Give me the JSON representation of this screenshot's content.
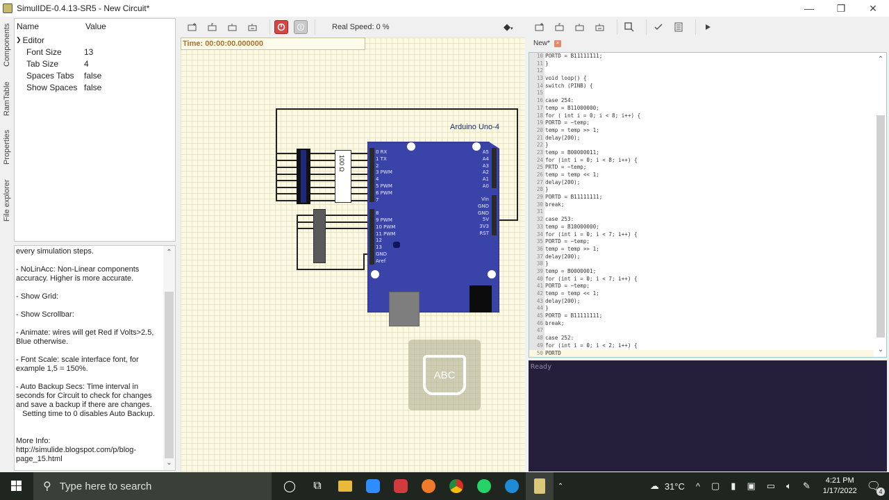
{
  "window": {
    "title": "SimulIDE-0.4.13-SR5  -  New Circuit*",
    "controls": {
      "minimize": "—",
      "maximize": "❐",
      "close": "✕"
    }
  },
  "dock_tabs": [
    "Components",
    "RamTable",
    "Properties",
    "File explorer"
  ],
  "properties": {
    "header": {
      "name": "Name",
      "value": "Value"
    },
    "group": "Editor",
    "rows": [
      {
        "name": "Font Size",
        "value": "13"
      },
      {
        "name": "Tab Size",
        "value": "4"
      },
      {
        "name": "Spaces Tabs",
        "value": "false"
      },
      {
        "name": "Show Spaces",
        "value": "false"
      }
    ]
  },
  "help": {
    "text": "every simulation steps.\n\n- NoLinAcc: Non-Linear components accuracy. Higher is more accurate.\n\n- Show Grid:\n\n- Show Scrollbar:\n\n- Animate: wires will get Red if Volts>2.5, Blue otherwise.\n\n- Font Scale: scale interface font, for example 1,5 = 150%.\n\n- Auto Backup Secs: Time interval in seconds for Circuit to check for changes and save a backup if there are changes.\n   Setting time to 0 disables Auto Backup.\n\n\nMore Info:\nhttp://simulide.blogspot.com/p/blog-page_15.html"
  },
  "circuit_toolbar": {
    "buttons": [
      "new-circuit",
      "open-circuit",
      "save-circuit",
      "save-circuit-as",
      "power",
      "pause"
    ],
    "real_speed": "Real Speed: 0 %"
  },
  "canvas": {
    "time": "Time: 00:00:00.000000",
    "board_label": "Arduino Uno-4",
    "resistor_label": "100 Ω",
    "left_pins": [
      "0 RX",
      "1 TX",
      "2",
      "3 PWM",
      "4",
      "5 PWM",
      "6 PWM",
      "7",
      "",
      "8",
      "9  PWM",
      "10 PWM",
      "11 PWM",
      "12",
      "13",
      "GND",
      "Aref"
    ],
    "right_pins_top": [
      "A5",
      "A4",
      "A3",
      "A2",
      "A1",
      "A0"
    ],
    "right_pins_bottom": [
      "Vin",
      "GND",
      "GND",
      "5V",
      "3V3",
      "RST"
    ],
    "keyboard_overlay": "ABC"
  },
  "editor_toolbar": {
    "buttons": [
      "new-file",
      "open-file",
      "save-file",
      "save-file-as",
      "find",
      "compile",
      "upload",
      "run"
    ]
  },
  "editor": {
    "tab": "New*",
    "lines": [
      {
        "n": "10",
        "t": "PORTD = B11111111;"
      },
      {
        "n": "11",
        "t": "}"
      },
      {
        "n": "12",
        "t": ""
      },
      {
        "n": "13",
        "t": "void loop() {"
      },
      {
        "n": "14",
        "t": "switch (PINB) {"
      },
      {
        "n": "15",
        "t": ""
      },
      {
        "n": "16",
        "t": "case 254:"
      },
      {
        "n": "17",
        "t": "temp = B11000000;"
      },
      {
        "n": "18",
        "t": "for ( int i = 0; i < 8; i++) {"
      },
      {
        "n": "19",
        "t": "PORTD = ~temp;"
      },
      {
        "n": "20",
        "t": "temp = temp >> 1;"
      },
      {
        "n": "21",
        "t": "delay(200);"
      },
      {
        "n": "22",
        "t": "}"
      },
      {
        "n": "23",
        "t": "temp = B00000011;"
      },
      {
        "n": "24",
        "t": "for (int i = 0; i < 8; i++) {"
      },
      {
        "n": "25",
        "t": "PRTD = ~temp;"
      },
      {
        "n": "26",
        "t": "temp = temp << 1;"
      },
      {
        "n": "27",
        "t": "delay(200);"
      },
      {
        "n": "28",
        "t": "}"
      },
      {
        "n": "29",
        "t": "PORTD = B11111111;"
      },
      {
        "n": "30",
        "t": "break;"
      },
      {
        "n": "31",
        "t": ""
      },
      {
        "n": "32",
        "t": "case 253:"
      },
      {
        "n": "33",
        "t": "temp = B10000000;"
      },
      {
        "n": "34",
        "t": "for (int i = 0; i < 7; i++) {"
      },
      {
        "n": "35",
        "t": "PORTD = ~temp;"
      },
      {
        "n": "36",
        "t": "temp = temp >> 1;"
      },
      {
        "n": "37",
        "t": "delay(200);"
      },
      {
        "n": "38",
        "t": "}"
      },
      {
        "n": "39",
        "t": "temp = B0000001;"
      },
      {
        "n": "40",
        "t": "for (int i = 0; i < 7; i++) {"
      },
      {
        "n": "41",
        "t": "PORTD = ~temp;"
      },
      {
        "n": "42",
        "t": "temp = temp << 1;"
      },
      {
        "n": "43",
        "t": "delay(200);"
      },
      {
        "n": "44",
        "t": "}"
      },
      {
        "n": "45",
        "t": "PORTD = B11111111;"
      },
      {
        "n": "46",
        "t": "break;"
      },
      {
        "n": "47",
        "t": ""
      },
      {
        "n": "48",
        "t": "case 252:"
      },
      {
        "n": "49",
        "t": "for (int i = 0; i < 2; i++) {"
      },
      {
        "n": "50",
        "t": "PORTD"
      }
    ]
  },
  "console": {
    "text": "Ready"
  },
  "taskbar": {
    "search_placeholder": "Type here to search",
    "apps": [
      "cortana",
      "task-view",
      "file-explorer",
      "zoom",
      "recorder",
      "firefox",
      "chrome",
      "whatsapp",
      "edge",
      "simulide"
    ],
    "weather": "31°C",
    "time": "4:21 PM",
    "date": "1/17/2022",
    "notifications": "4"
  },
  "colors": {
    "board": "#3a43a8",
    "console_bg": "#261f3b",
    "canvas_bg": "#fbf9e3",
    "time_text": "#b0702a",
    "power_red": "#d64545"
  }
}
